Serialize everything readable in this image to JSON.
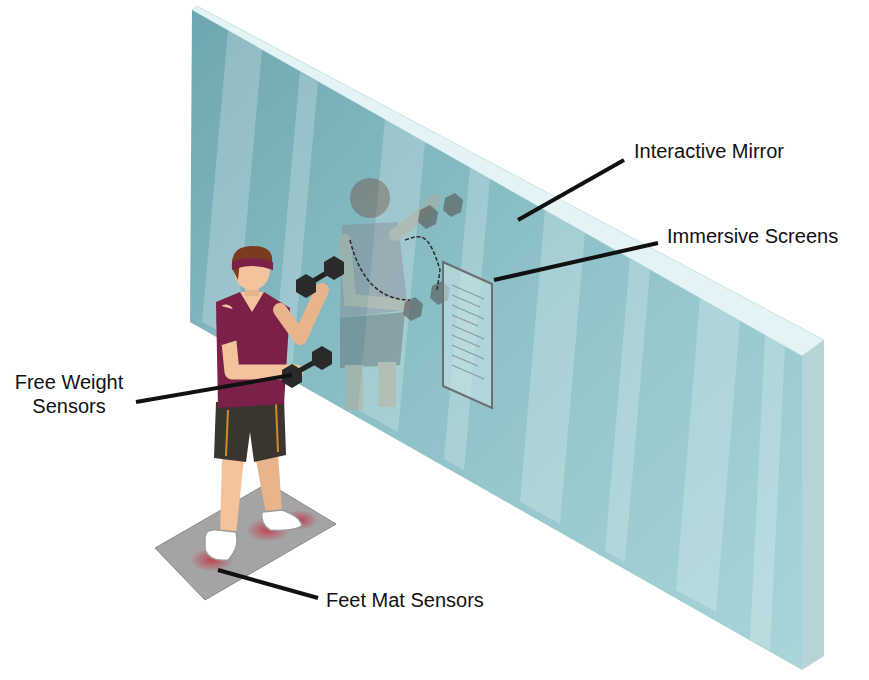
{
  "diagram": {
    "labels": [
      "Interactive Mirror",
      "Immersive Screens",
      "Free Weight Sensors",
      "Feet Mat Sensors"
    ]
  }
}
